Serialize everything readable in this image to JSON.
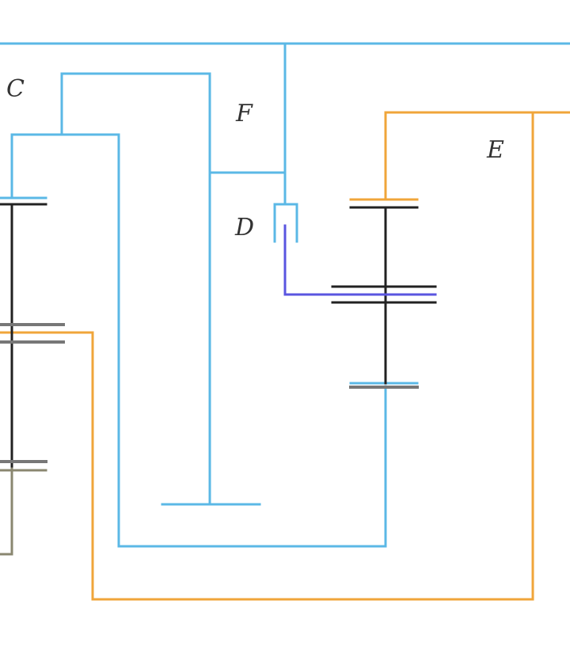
{
  "labels": {
    "c": "C",
    "f": "F",
    "d": "D",
    "e": "E"
  },
  "colors": {
    "blue": "#5bb8e6",
    "orange": "#f0a53a",
    "black": "#222222",
    "gray": "#777777",
    "purple": "#5a55e0",
    "olive": "#8a8770"
  }
}
